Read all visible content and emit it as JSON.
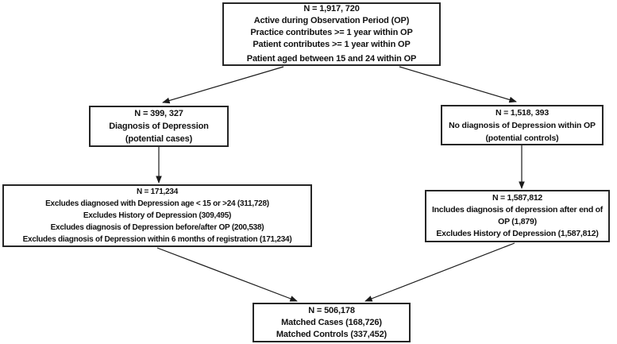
{
  "figure": {
    "background": "#ffffff",
    "line_color": "#1a1a1a",
    "border_color": "#262626",
    "text_color": "#111111"
  },
  "nodes": {
    "top": {
      "lines": [
        "N = 1,917, 720",
        "Active during Observation Period (OP)",
        "Practice contributes >= 1 year within OP",
        "Patient contributes >= 1 year within OP",
        "Patient aged between 15 and 24 within OP"
      ]
    },
    "cases": {
      "lines": [
        "N = 399, 327",
        "Diagnosis of Depression",
        "(potential cases)"
      ]
    },
    "controls": {
      "lines": [
        "N = 1,518, 393",
        "No diagnosis of Depression within OP",
        "(potential controls)"
      ]
    },
    "cases_exclusions": {
      "lines": [
        "N = 171,234",
        "Excludes diagnosed with Depression  age < 15 or >24 (311,728)",
        "Excludes History of Depression (309,495)",
        "Excludes diagnosis of Depression before/after OP (200,538)",
        "Excludes diagnosis of Depression within 6 months of registration (171,234)"
      ]
    },
    "controls_exclusions": {
      "lines": [
        "N = 1,587,812",
        "Includes diagnosis of depression after end of",
        "OP (1,879)",
        "Excludes History of Depression (1,587,812)"
      ]
    },
    "matched": {
      "lines": [
        "N = 506,178",
        "Matched Cases (168,726)",
        "Matched Controls (337,452)"
      ]
    }
  }
}
